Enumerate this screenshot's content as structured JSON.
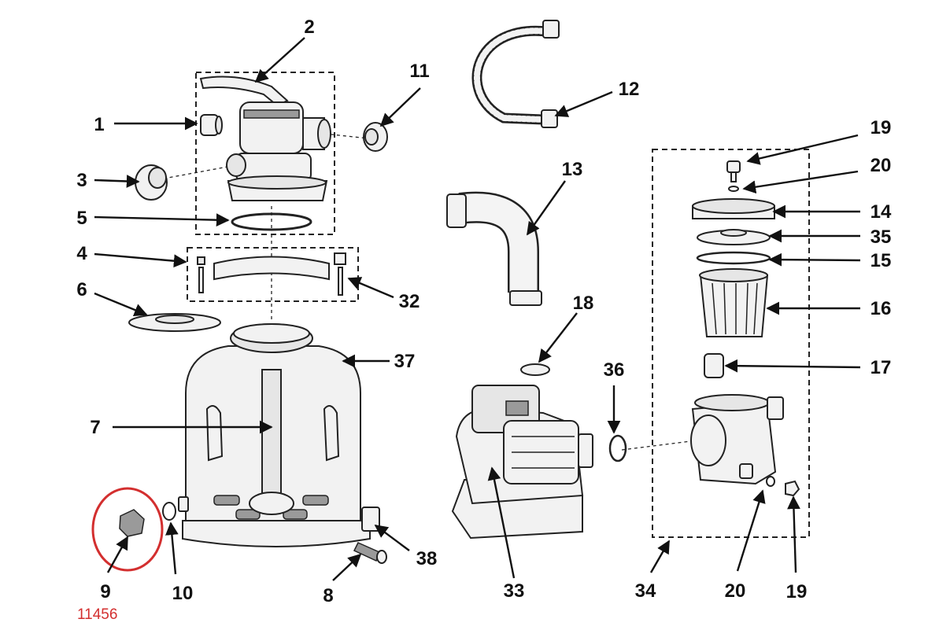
{
  "diagram": {
    "callouts": [
      {
        "id": "c1",
        "label": "1"
      },
      {
        "id": "c2",
        "label": "2"
      },
      {
        "id": "c3",
        "label": "3"
      },
      {
        "id": "c4",
        "label": "4"
      },
      {
        "id": "c5",
        "label": "5"
      },
      {
        "id": "c6",
        "label": "6"
      },
      {
        "id": "c7",
        "label": "7"
      },
      {
        "id": "c8",
        "label": "8"
      },
      {
        "id": "c9",
        "label": "9"
      },
      {
        "id": "c10",
        "label": "10"
      },
      {
        "id": "c11",
        "label": "11"
      },
      {
        "id": "c12",
        "label": "12"
      },
      {
        "id": "c13",
        "label": "13"
      },
      {
        "id": "c14",
        "label": "14"
      },
      {
        "id": "c15",
        "label": "15"
      },
      {
        "id": "c16",
        "label": "16"
      },
      {
        "id": "c17",
        "label": "17"
      },
      {
        "id": "c18",
        "label": "18"
      },
      {
        "id": "c19a",
        "label": "19"
      },
      {
        "id": "c20a",
        "label": "20"
      },
      {
        "id": "c19b",
        "label": "19"
      },
      {
        "id": "c20b",
        "label": "20"
      },
      {
        "id": "c32",
        "label": "32"
      },
      {
        "id": "c33",
        "label": "33"
      },
      {
        "id": "c34",
        "label": "34"
      },
      {
        "id": "c35",
        "label": "35"
      },
      {
        "id": "c36",
        "label": "36"
      },
      {
        "id": "c37",
        "label": "37"
      },
      {
        "id": "c38",
        "label": "38"
      }
    ],
    "catalog_number": "11456",
    "highlight_color": "#d32f2f",
    "highlighted_part": "9"
  }
}
